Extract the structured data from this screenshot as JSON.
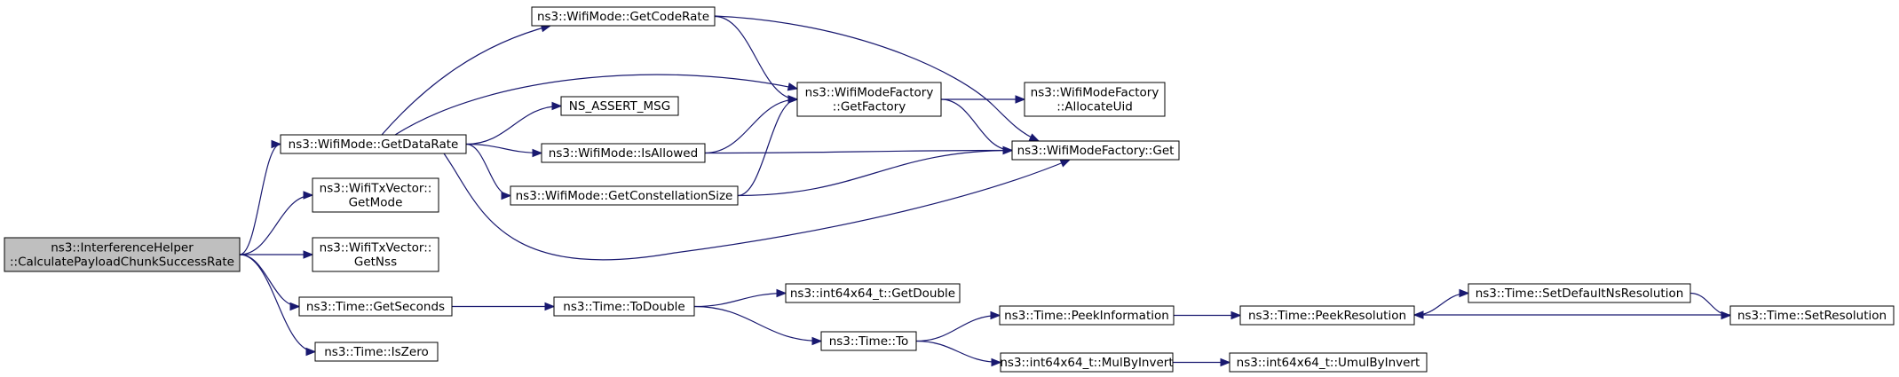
{
  "nodes": [
    {
      "id": "root",
      "lines": [
        "ns3::InterferenceHelper",
        "::CalculatePayloadChunkSuccessRate"
      ],
      "highlight": true
    },
    {
      "id": "getdatarate",
      "lines": [
        "ns3::WifiMode::GetDataRate"
      ]
    },
    {
      "id": "txgetmode",
      "lines": [
        "ns3::WifiTxVector::",
        "GetMode"
      ]
    },
    {
      "id": "txgetnss",
      "lines": [
        "ns3::WifiTxVector::",
        "GetNss"
      ]
    },
    {
      "id": "getseconds",
      "lines": [
        "ns3::Time::GetSeconds"
      ]
    },
    {
      "id": "iszero",
      "lines": [
        "ns3::Time::IsZero"
      ]
    },
    {
      "id": "getcoderate",
      "lines": [
        "ns3::WifiMode::GetCodeRate"
      ]
    },
    {
      "id": "assertmsg",
      "lines": [
        "NS_ASSERT_MSG"
      ]
    },
    {
      "id": "isallowed",
      "lines": [
        "ns3::WifiMode::IsAllowed"
      ]
    },
    {
      "id": "constsize",
      "lines": [
        "ns3::WifiMode::GetConstellationSize"
      ]
    },
    {
      "id": "getfactory",
      "lines": [
        "ns3::WifiModeFactory",
        "::GetFactory"
      ]
    },
    {
      "id": "allocuid",
      "lines": [
        "ns3::WifiModeFactory",
        "::AllocateUid"
      ]
    },
    {
      "id": "factoryget",
      "lines": [
        "ns3::WifiModeFactory::Get"
      ]
    },
    {
      "id": "todouble",
      "lines": [
        "ns3::Time::ToDouble"
      ]
    },
    {
      "id": "getdouble",
      "lines": [
        "ns3::int64x64_t::GetDouble"
      ]
    },
    {
      "id": "to",
      "lines": [
        "ns3::Time::To"
      ]
    },
    {
      "id": "peekinfo",
      "lines": [
        "ns3::Time::PeekInformation"
      ]
    },
    {
      "id": "mulbyinvert",
      "lines": [
        "ns3::int64x64_t::MulByInvert"
      ]
    },
    {
      "id": "peekres",
      "lines": [
        "ns3::Time::PeekResolution"
      ]
    },
    {
      "id": "umulbyinvert",
      "lines": [
        "ns3::int64x64_t::UmulByInvert"
      ]
    },
    {
      "id": "setdefaultres",
      "lines": [
        "ns3::Time::SetDefaultNsResolution"
      ]
    },
    {
      "id": "setres",
      "lines": [
        "ns3::Time::SetResolution"
      ]
    }
  ],
  "edges": [
    {
      "from": "root",
      "to": "getdatarate"
    },
    {
      "from": "root",
      "to": "txgetmode"
    },
    {
      "from": "root",
      "to": "txgetnss"
    },
    {
      "from": "root",
      "to": "getseconds"
    },
    {
      "from": "root",
      "to": "iszero"
    },
    {
      "from": "getdatarate",
      "to": "getcoderate"
    },
    {
      "from": "getdatarate",
      "to": "getfactory"
    },
    {
      "from": "getdatarate",
      "to": "assertmsg"
    },
    {
      "from": "getdatarate",
      "to": "isallowed"
    },
    {
      "from": "getdatarate",
      "to": "constsize"
    },
    {
      "from": "getdatarate",
      "to": "factoryget"
    },
    {
      "from": "getcoderate",
      "to": "getfactory"
    },
    {
      "from": "getcoderate",
      "to": "factoryget"
    },
    {
      "from": "isallowed",
      "to": "getfactory"
    },
    {
      "from": "isallowed",
      "to": "factoryget"
    },
    {
      "from": "constsize",
      "to": "getfactory"
    },
    {
      "from": "constsize",
      "to": "factoryget"
    },
    {
      "from": "getfactory",
      "to": "allocuid"
    },
    {
      "from": "getfactory",
      "to": "factoryget"
    },
    {
      "from": "getseconds",
      "to": "todouble"
    },
    {
      "from": "todouble",
      "to": "getdouble"
    },
    {
      "from": "todouble",
      "to": "to"
    },
    {
      "from": "to",
      "to": "peekinfo"
    },
    {
      "from": "to",
      "to": "mulbyinvert"
    },
    {
      "from": "peekinfo",
      "to": "peekres"
    },
    {
      "from": "mulbyinvert",
      "to": "umulbyinvert"
    },
    {
      "from": "peekres",
      "to": "setdefaultres"
    },
    {
      "from": "setdefaultres",
      "to": "setres"
    },
    {
      "from": "setres",
      "to": "peekres"
    }
  ],
  "colors": {
    "edge": "#191970",
    "root_fill": "#bfbfbf",
    "node_fill": "#ffffff",
    "border": "#000000"
  }
}
